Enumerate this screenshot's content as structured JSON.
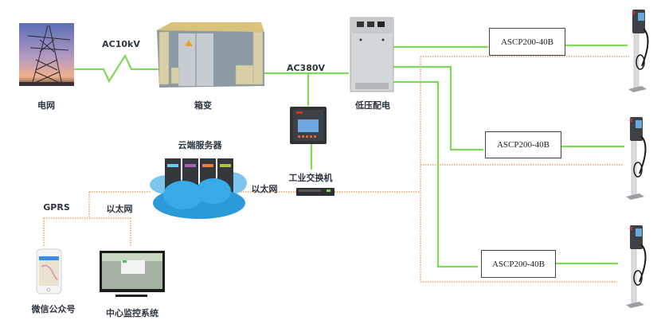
{
  "colors": {
    "power_line": "#7ed957",
    "comm_line": "#f0a060",
    "label_text": "#2b3640"
  },
  "nodes": {
    "grid": {
      "label": "电网",
      "icon": "power-tower-icon"
    },
    "box_transformer": {
      "label": "箱变",
      "icon": "box-transformer-icon"
    },
    "low_voltage_dist": {
      "label": "低压配电",
      "icon": "distribution-cabinet-icon"
    },
    "meter": {
      "label": "",
      "icon": "power-meter-icon"
    },
    "industrial_switch": {
      "label": "工业交换机",
      "icon": "network-switch-icon"
    },
    "cloud_server": {
      "label": "云端服务器",
      "icon": "cloud-server-icon"
    },
    "wechat": {
      "label": "微信公众号",
      "icon": "smartphone-icon"
    },
    "monitor_system": {
      "label": "中心监控系统",
      "icon": "monitor-icon"
    }
  },
  "links": {
    "ac10kv": "AC10kV",
    "ac380v": "AC380V",
    "ethernet_switch": "以太网",
    "ethernet_client": "以太网",
    "gprs": "GPRS"
  },
  "chargers": [
    {
      "model": "ASCP200-40B",
      "icon": "ev-charger-icon"
    },
    {
      "model": "ASCP200-40B",
      "icon": "ev-charger-icon"
    },
    {
      "model": "ASCP200-40B",
      "icon": "ev-charger-icon"
    }
  ]
}
